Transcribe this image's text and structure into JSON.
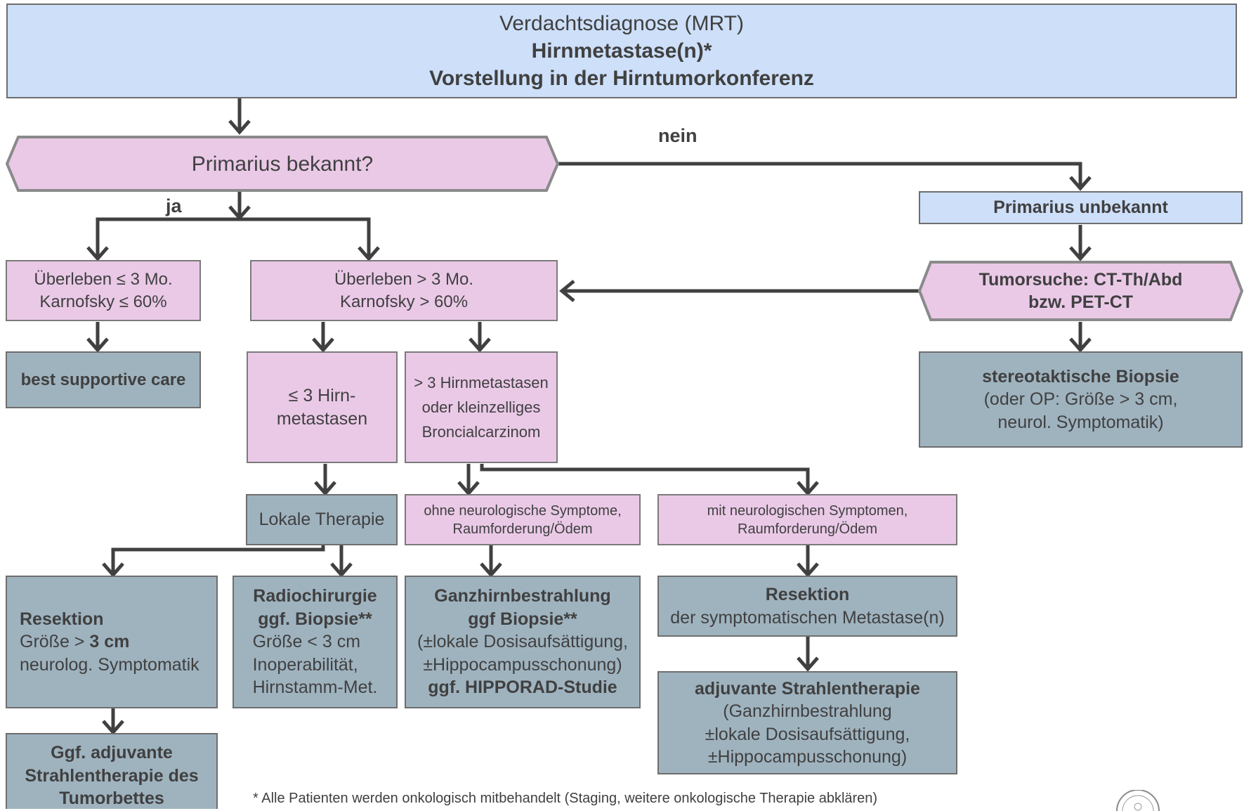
{
  "header": {
    "line1": "Verdachtsdiagnose (MRT)",
    "line2": "Hirnmetastase(n)*",
    "line3": "Vorstellung in der Hirntumorkonferenz"
  },
  "decision": {
    "question": "Primarius bekannt?",
    "yes": "ja",
    "no": "nein"
  },
  "unknown": {
    "title": "Primarius unbekannt",
    "search_line1": "Tumorsuche: CT-Th/Abd",
    "search_line2": "bzw. PET-CT",
    "biopsy_title": "stereotaktische Biopsie",
    "biopsy_line1": "(oder OP: Größe > 3 cm,",
    "biopsy_line2": "neurol. Symptomatik)"
  },
  "survival_low": {
    "line1": "Überleben ≤ 3 Mo.",
    "line2": "Karnofsky ≤ 60%"
  },
  "survival_high": {
    "line1": "Überleben > 3 Mo.",
    "line2": "Karnofsky > 60%"
  },
  "bsc": "best supportive care",
  "few_mets": {
    "line1": "≤ 3 Hirn-",
    "line2": "metastasen"
  },
  "many_mets": {
    "line1": "> 3 Hirnmetastasen",
    "line2": "oder kleinzelliges",
    "line3": "Broncialcarzinom"
  },
  "local_therapy": "Lokale Therapie",
  "no_symptoms": {
    "line1": "ohne neurologische Symptome,",
    "line2": "Raumforderung/Ödem"
  },
  "with_symptoms": {
    "line1": "mit neurologischen Symptomen,",
    "line2": "Raumforderung/Ödem"
  },
  "resection_local": {
    "title": "Resektion",
    "line1_prefix": "Größe > ",
    "line1_bold": "3 cm",
    "line2": "neurolog. Symptomatik"
  },
  "radiosurgery": {
    "title": "Radiochirurgie",
    "subtitle": "ggf. Biopsie**",
    "line1": "Größe < 3 cm",
    "line2": "Inoperabilität,",
    "line3": "Hirnstamm-Met."
  },
  "wbrt": {
    "title": "Ganzhirnbestrahlung",
    "subtitle": "ggf Biopsie**",
    "line1": "(±lokale Dosisaufsättigung,",
    "line2": "±Hippocampusschonung)",
    "line3": "ggf. HIPPORAD-Studie"
  },
  "resection_symptomatic": {
    "title": "Resektion",
    "line1": "der symptomatischen Metastase(n)"
  },
  "adjuvant_rt": {
    "title": "adjuvante Strahlentherapie",
    "line1": "(Ganzhirnbestrahlung",
    "line2": "±lokale Dosisaufsättigung,",
    "line3": "±Hippocampusschonung)"
  },
  "adjuvant_bed": {
    "line1": "Ggf. adjuvante",
    "line2": "Strahlentherapie des",
    "line3": "Tumorbettes"
  },
  "footnote": "* Alle Patienten werden onkologisch mitbehandelt (Staging, weitere onkologische Therapie abklären)",
  "colors": {
    "blue_box": "#cddff9",
    "pink_box": "#eac9e7",
    "grey_box": "#9fb3bf",
    "arrow": "#404040",
    "text": "#404040"
  }
}
